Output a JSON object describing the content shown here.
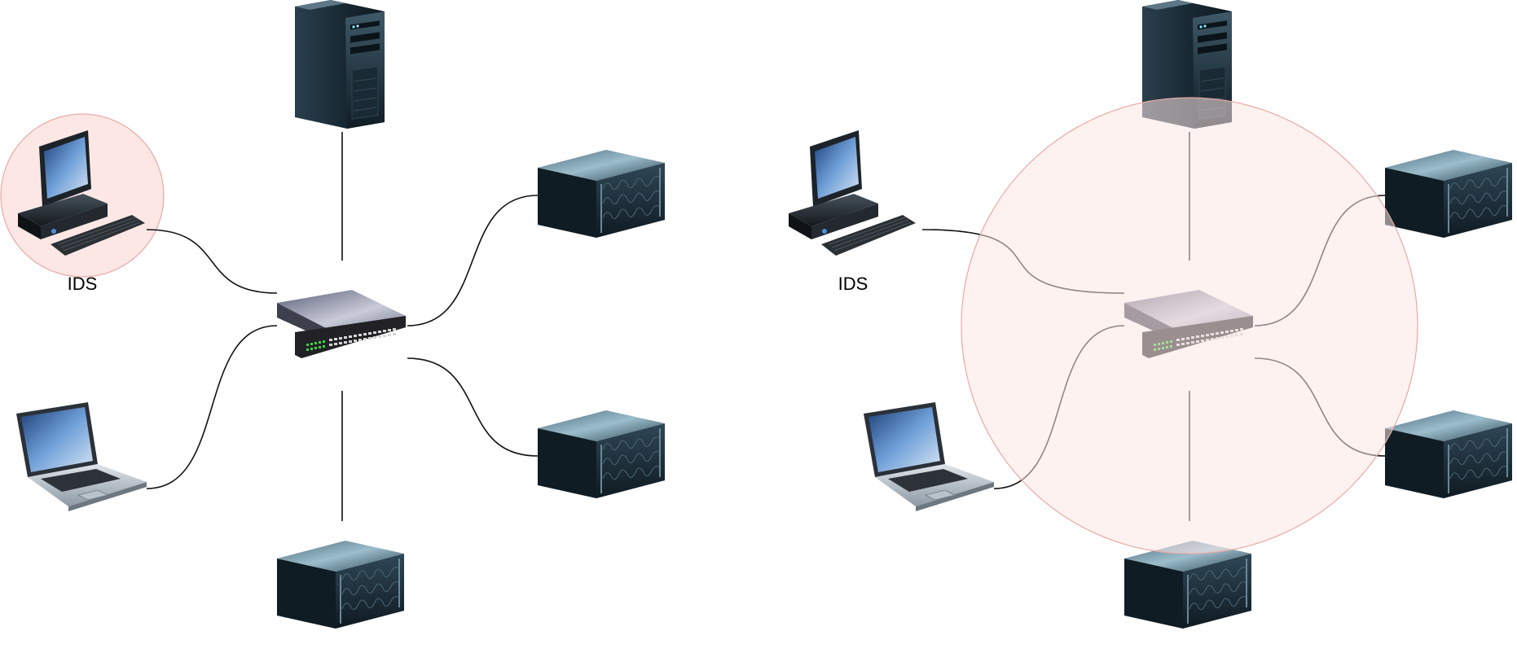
{
  "diagrams": [
    {
      "id": "left",
      "highlight": "ids-host",
      "ids_label": "IDS"
    },
    {
      "id": "right",
      "highlight": "switch-segment",
      "ids_label": "IDS"
    }
  ],
  "colors": {
    "highlight_fill": "#fde7e5",
    "highlight_stroke": "#e8a9a4",
    "link": "#111111",
    "device_dark": "#1d2d3a",
    "device_mid": "#3c5566",
    "device_light": "#8fb0c0",
    "screen_blue": "#4a7fc1",
    "switch_body": "#6a6f86",
    "switch_front": "#2a2a2e",
    "switch_led": "#39d339"
  }
}
